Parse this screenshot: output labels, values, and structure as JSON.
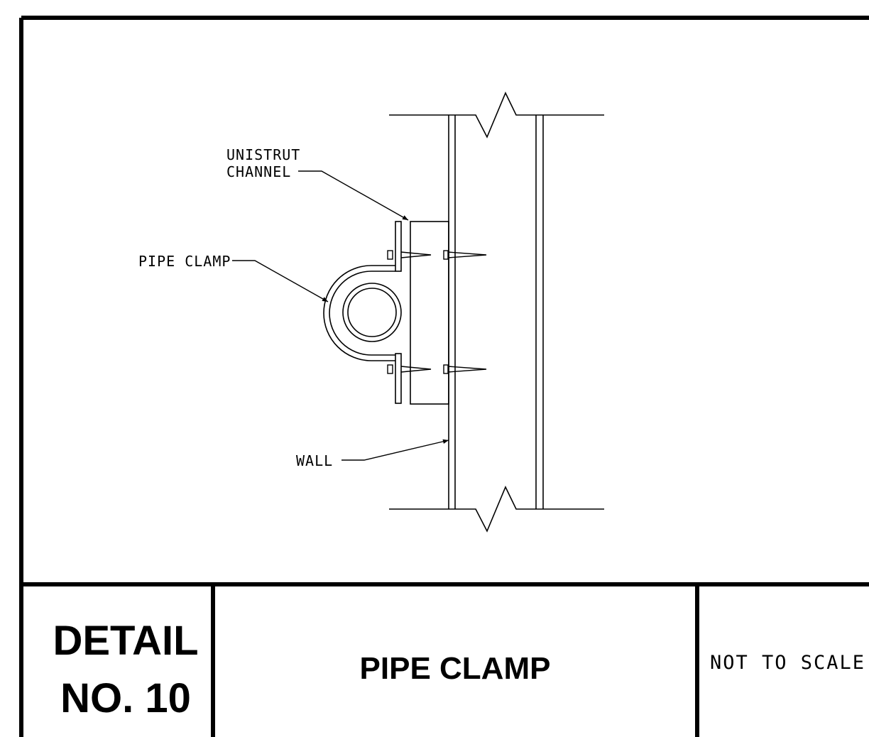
{
  "drawing": {
    "labels": {
      "unistrut_line1": "UNISTRUT",
      "unistrut_line2": "CHANNEL",
      "pipe_clamp": "PIPE CLAMP",
      "wall": "WALL"
    }
  },
  "title_block": {
    "detail_line1": "DETAIL",
    "detail_line2": "NO. 10",
    "title": "PIPE CLAMP",
    "scale": "NOT TO SCALE"
  }
}
